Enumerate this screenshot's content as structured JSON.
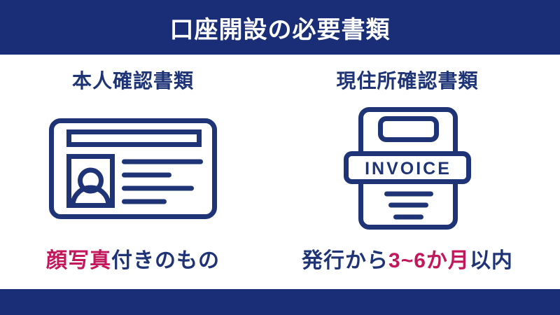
{
  "header": {
    "title": "口座開設の必要書類",
    "background": "#1A2E77",
    "text_color": "#FFFFFF"
  },
  "footer": {
    "background": "#1A2E77"
  },
  "colors": {
    "navy_bar": "#1A2E77",
    "ink_navy": "#1E3476",
    "accent_red": "#C2185B",
    "background": "#FFFFFF"
  },
  "columns": [
    {
      "heading": "本人確認書類",
      "icon": "id-card-icon",
      "caption_parts": [
        {
          "text": "顔写真",
          "emphasis": true
        },
        {
          "text": "付きのもの",
          "emphasis": false
        }
      ]
    },
    {
      "heading": "現住所確認書類",
      "icon": "invoice-icon",
      "icon_label": "INVOICE",
      "caption_parts": [
        {
          "text": "発行から",
          "emphasis": false
        },
        {
          "text": "3~6か月",
          "emphasis": true
        },
        {
          "text": "以内",
          "emphasis": false
        }
      ]
    }
  ]
}
